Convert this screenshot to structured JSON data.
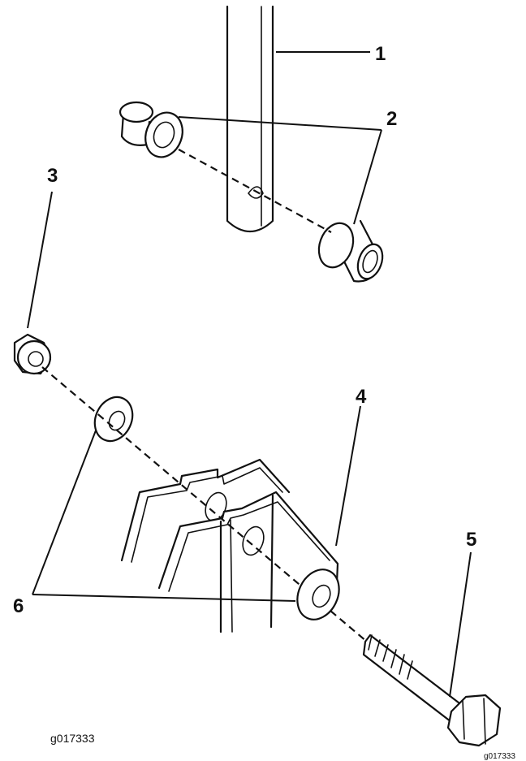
{
  "callouts": {
    "c1": "1",
    "c2": "2",
    "c3": "3",
    "c4": "4",
    "c5": "5",
    "c6": "6"
  },
  "figure_id": "g017333",
  "figure_id_corner": "g017333"
}
